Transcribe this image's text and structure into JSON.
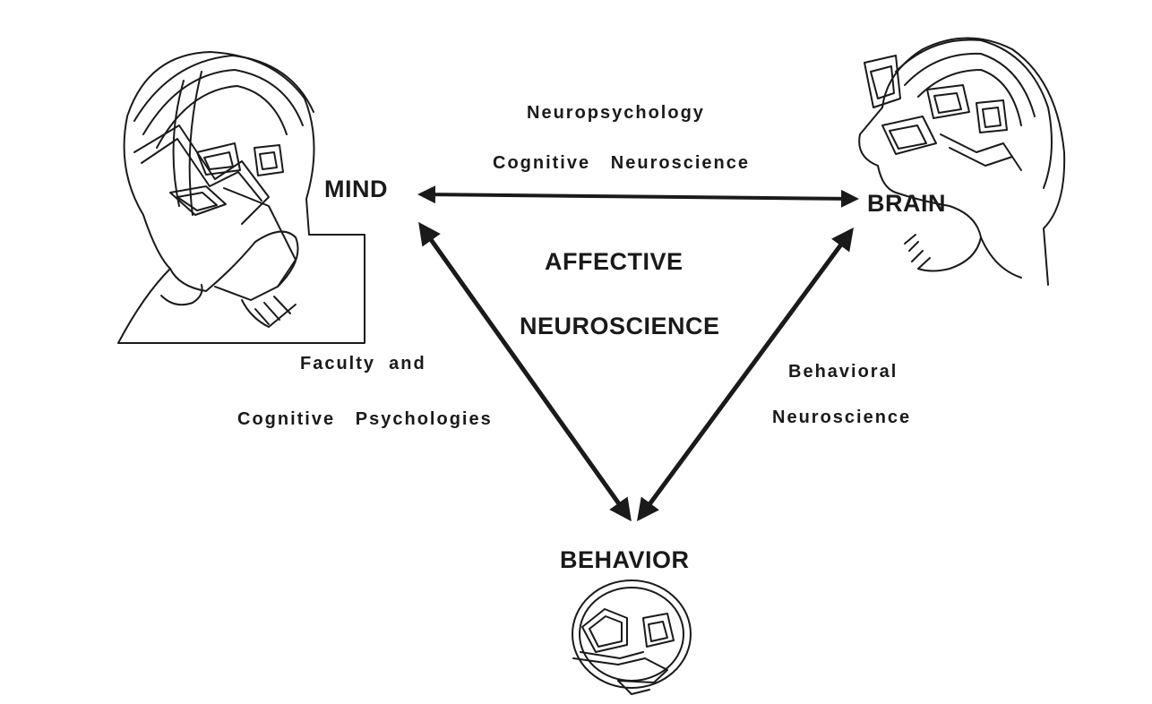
{
  "diagram": {
    "nodes": {
      "mind": {
        "label": "MIND",
        "icon": "head-drawing-icon"
      },
      "brain": {
        "label": "BRAIN",
        "icon": "head-drawing-icon"
      },
      "behavior": {
        "label": "BEHAVIOR",
        "icon": "head-drawing-icon"
      }
    },
    "center": {
      "line1": "AFFECTIVE",
      "line2": "NEUROSCIENCE"
    },
    "edges": {
      "mind_brain": {
        "line1": "Neuropsychology",
        "line2": "Cognitive   Neuroscience",
        "bidirectional": true
      },
      "mind_behavior": {
        "line1": "Faculty  and",
        "line2": "Cognitive   Psychologies",
        "bidirectional": true
      },
      "brain_behavior": {
        "line1": "Behavioral",
        "line2": "Neuroscience",
        "bidirectional": true
      }
    },
    "colors": {
      "ink": "#1a1a1a",
      "background": "#ffffff"
    }
  }
}
